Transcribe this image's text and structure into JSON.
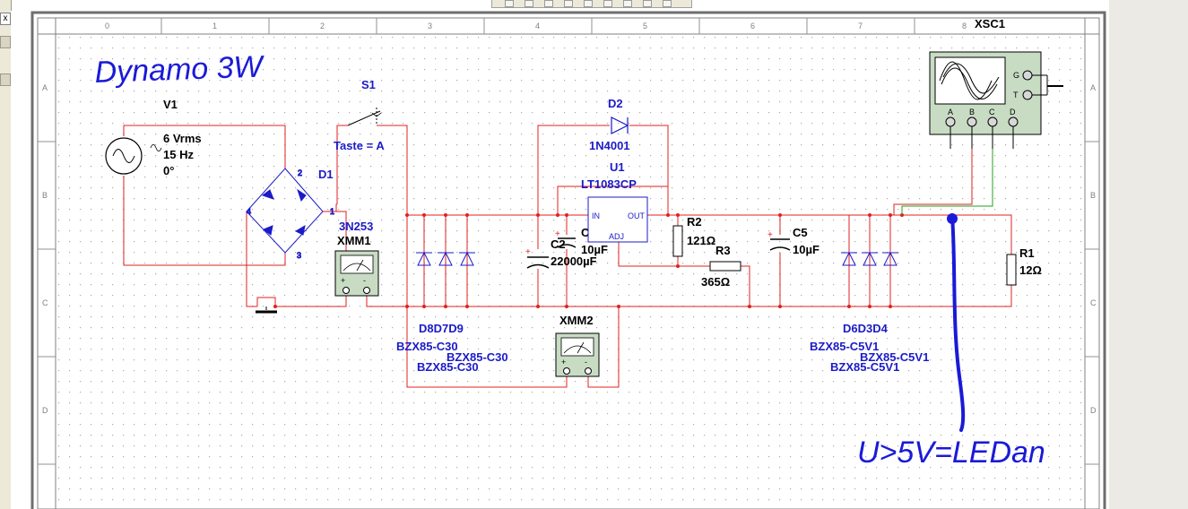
{
  "window": {
    "close_label": "x"
  },
  "ruler": {
    "columns": [
      "0",
      "1",
      "2",
      "3",
      "4",
      "5",
      "6",
      "7",
      "8"
    ],
    "rows": [
      "A",
      "B",
      "C",
      "D"
    ]
  },
  "annotations": {
    "title": "Dynamo 3W",
    "note": "U>5V=LEDan"
  },
  "components": {
    "v1": {
      "ref": "V1",
      "value": "6 Vrms",
      "freq": "15 Hz",
      "phase": "0°"
    },
    "s1": {
      "ref": "S1",
      "key": "Taste = A"
    },
    "d1": {
      "ref": "D1",
      "model": "3N253",
      "pins": [
        "1",
        "2",
        "3",
        "4"
      ]
    },
    "xmm1": {
      "ref": "XMM1",
      "pin_plus": "+",
      "pin_minus": "-"
    },
    "xmm2": {
      "ref": "XMM2",
      "pin_plus": "+",
      "pin_minus": "-"
    },
    "d2": {
      "ref": "D2",
      "model": "1N4001"
    },
    "u1": {
      "ref": "U1",
      "model": "LT1083CP",
      "pin_in": "IN",
      "pin_out": "OUT",
      "pin_adj": "ADJ"
    },
    "c2": {
      "ref": "C2",
      "value": "22000µF"
    },
    "c4": {
      "ref": "C4",
      "value": "10µF"
    },
    "c5": {
      "ref": "C5",
      "value": "10µF"
    },
    "r1": {
      "ref": "R1",
      "value": "12Ω"
    },
    "r2": {
      "ref": "R2",
      "value": "121Ω"
    },
    "r3": {
      "ref": "R3",
      "value": "365Ω"
    },
    "zener_left": {
      "refs": "D8D7D9",
      "model_1": "BZX85-C30",
      "model_2": "BZX85-C30",
      "model_3": "BZX85-C30"
    },
    "zener_right": {
      "refs": "D6D3D4",
      "model_1": "BZX85-C5V1",
      "model_2": "BZX85-C5V1",
      "model_3": "BZX85-C5V1"
    },
    "xsc1": {
      "ref": "XSC1",
      "channels": [
        "A",
        "B",
        "C",
        "D"
      ],
      "pin_g": "G",
      "pin_t": "T"
    }
  },
  "colors": {
    "wire": "#e02020",
    "component": "#1b1bc8",
    "probe_wire": "#20a020",
    "ink": "#1a1ad8",
    "grid_dot": "#aaaaaa"
  }
}
